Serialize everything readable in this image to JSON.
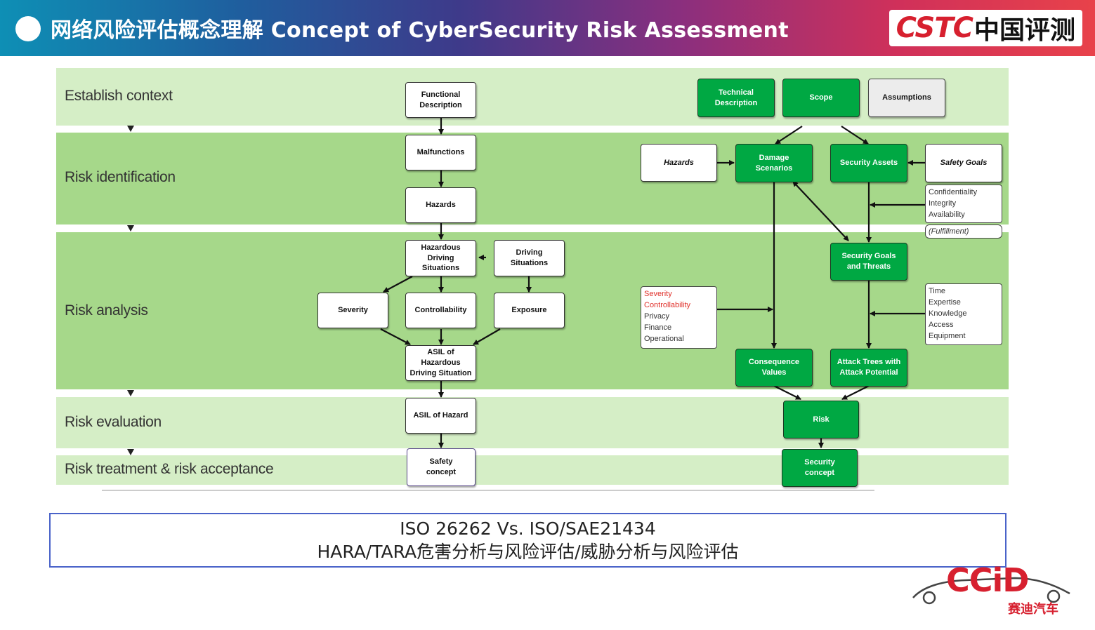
{
  "header": {
    "title": "网络风险评估概念理解  Concept of CyberSecurity Risk Assessment",
    "logo_latin": "CSTC",
    "logo_cn": "中国评测"
  },
  "bands": [
    {
      "label": "Establish context",
      "color": "#d5eec6"
    },
    {
      "label": "Risk identification",
      "color": "#a6d88a"
    },
    {
      "label": "Risk analysis",
      "color": "#a6d88a"
    },
    {
      "label": "Risk evaluation",
      "color": "#d5eec6"
    },
    {
      "label": "Risk treatment & risk acceptance",
      "color": "#d5eec6"
    }
  ],
  "safety_boxes": {
    "functional_description": "Functional\nDescription",
    "malfunctions": "Malfunctions",
    "hazards": "Hazards",
    "hazardous_driving_situations": "Hazardous\nDriving\nSituations",
    "driving_situations": "Driving\nSituations",
    "severity": "Severity",
    "controllability": "Controllability",
    "exposure": "Exposure",
    "asil_hazardous": "ASIL of Hazardous\nDriving Situation",
    "asil_hazard": "ASIL of Hazard",
    "safety_concept": "Safety\nconcept"
  },
  "security_boxes": {
    "technical_description": "Technical\nDescription",
    "scope": "Scope",
    "assumptions": "Assumptions",
    "hazards": "Hazards",
    "damage_scenarios": "Damage\nScenarios",
    "security_assets": "Security Assets",
    "safety_goals": "Safety Goals",
    "security_goals_threats": "Security Goals\nand Threats",
    "consequence_values": "Consequence\nValues",
    "attack_trees": "Attack Trees with\nAttack Potential",
    "risk": "Risk",
    "security_concept": "Security\nconcept"
  },
  "cia_list": [
    "Confidentiality",
    "Integrity",
    "Availability"
  ],
  "fulfillment": "(Fulfillment)",
  "impact_list": {
    "red": [
      "Severity",
      "Controllability"
    ],
    "normal": [
      "Privacy",
      "Finance",
      "Operational"
    ]
  },
  "attack_list": [
    "Time",
    "Expertise",
    "Knowledge",
    "Access",
    "Equipment"
  ],
  "bottom": {
    "line1": "ISO 26262 Vs.   ISO/SAE21434",
    "line2": "HARA/TARA危害分析与风险评估/威胁分析与风险评估"
  },
  "ccid": {
    "latin": "CCiD",
    "cn": "赛迪汽车"
  }
}
